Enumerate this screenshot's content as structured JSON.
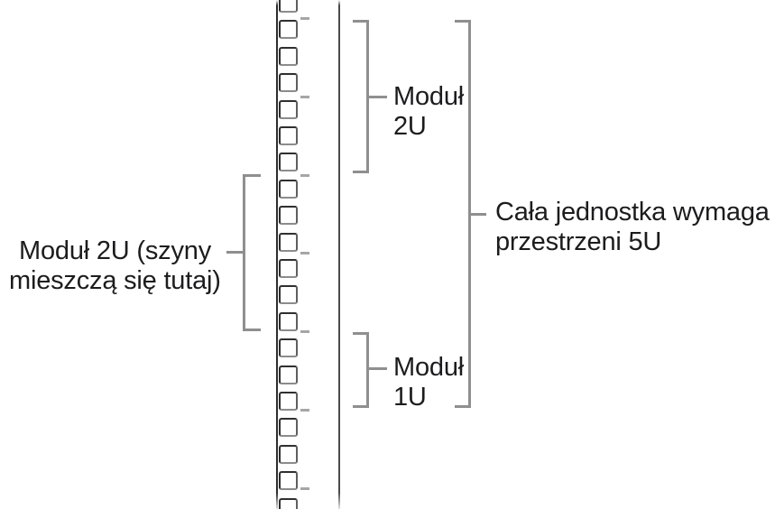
{
  "figure": {
    "description": "Rack rail diagram showing module heights in rack units",
    "background": "#ffffff",
    "text_color": "#1c1c1e",
    "bracket_color": "#8f8f8f",
    "tick_color": "#a6a6a6"
  },
  "labels": {
    "left_module": {
      "line1": "Moduł 2U (szyny",
      "line2": "mieszczą się tutaj)"
    },
    "top_module": {
      "line1": "Moduł",
      "line2": "2U"
    },
    "bottom_module": {
      "line1": "Moduł",
      "line2": "1U"
    },
    "whole_unit": {
      "line1": "Cała jednostka wymaga",
      "line2": "przestrzeni 5U"
    }
  },
  "rack": {
    "hole_count": 20,
    "unit_tick_count": 7
  }
}
